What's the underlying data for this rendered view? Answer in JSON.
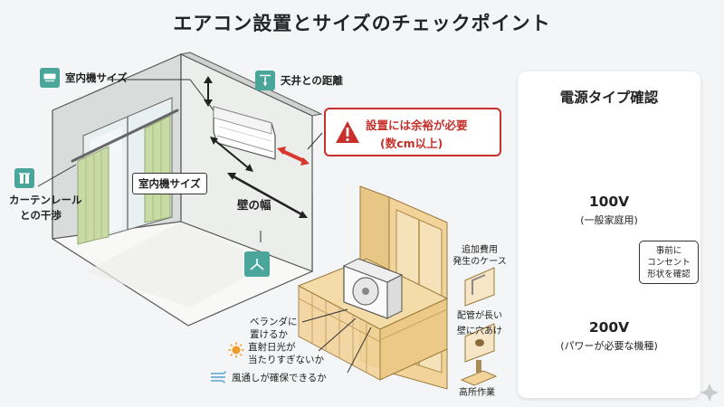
{
  "title": "エアコン設置とサイズのチェックポイント",
  "labels": {
    "indoor_unit_size_top": "室内機サイズ",
    "ceiling_distance": "天井との距離",
    "indoor_unit_size_mid": "室内機サイズ",
    "wall_width": "壁の幅",
    "curtain_rail_line1": "カーテンレール",
    "curtain_rail_line2": "との干渉"
  },
  "warning": {
    "line1": "設置には余裕が必要",
    "line2": "(数cm以上)"
  },
  "balcony": {
    "extra_cost_line1": "追加費用",
    "extra_cost_line2": "発生のケース",
    "long_pipe": "配管が長い",
    "wall_hole": "壁に穴あけ",
    "high_place": "高所作業",
    "place_on_balcony_line1": "ベランダに",
    "place_on_balcony_line2": "置けるか",
    "sunlight_line1": "直射日光が",
    "sunlight_line2": "当たりすぎないか",
    "ventilation": "風通しが確保できるか"
  },
  "power": {
    "title": "電源タイプ確認",
    "v100": "100V",
    "v100_sub": "(一般家庭用)",
    "v200": "200V",
    "v200_sub": "(パワーが必要な機種)",
    "bubble_line1": "事前に",
    "bubble_line2": "コンセント",
    "bubble_line3": "形状を確認"
  },
  "colors": {
    "teal": "#4aa59a",
    "warning_red": "#c8312b",
    "wall": "#eceeec",
    "curtain": "#c9dba5",
    "balcony": "#f2d49a",
    "outlet_orange": "#f0a04e"
  },
  "icons": [
    "ac-unit-icon",
    "ceiling-distance-icon",
    "curtain-rail-icon",
    "airflow-icon",
    "warning-icon",
    "sun-icon",
    "wind-icon",
    "sparkle-icon"
  ]
}
